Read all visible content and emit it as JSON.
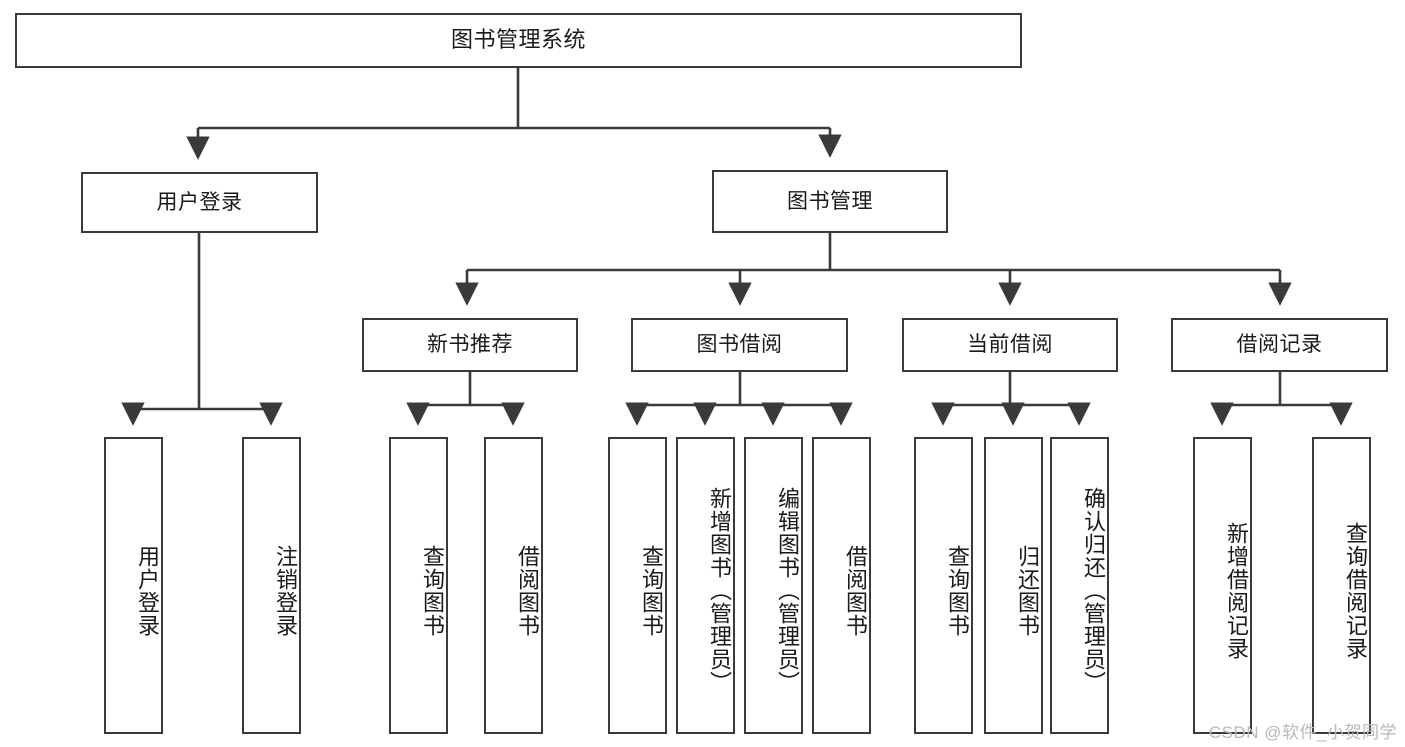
{
  "diagram": {
    "title": "图书管理系统",
    "type": "tree-hierarchy-chart",
    "root": {
      "label": "图书管理系统"
    },
    "level1": [
      {
        "label": "用户登录"
      },
      {
        "label": "图书管理"
      }
    ],
    "level2": [
      {
        "label": "新书推荐"
      },
      {
        "label": "图书借阅"
      },
      {
        "label": "当前借阅"
      },
      {
        "label": "借阅记录"
      }
    ],
    "leaves": {
      "user_login": [
        {
          "label": "用户登录"
        },
        {
          "label": "注销登录"
        }
      ],
      "new_book_recommend": [
        {
          "label": "查询图书"
        },
        {
          "label": "借阅图书"
        }
      ],
      "book_borrow": [
        {
          "label": "查询图书"
        },
        {
          "label": "新增图书（管理员）"
        },
        {
          "label": "编辑图书（管理员）"
        },
        {
          "label": "借阅图书"
        }
      ],
      "current_borrow": [
        {
          "label": "查询图书"
        },
        {
          "label": "归还图书"
        },
        {
          "label": "确认归还（管理员）"
        }
      ],
      "borrow_record": [
        {
          "label": "新增借阅记录"
        },
        {
          "label": "查询借阅记录"
        }
      ]
    }
  },
  "watermark": {
    "text": "CSDN @软件_小贺同学"
  },
  "colors": {
    "stroke": "#3a3a3a",
    "background": "#ffffff",
    "text": "#1a1a1a",
    "watermark": "#b9b9b9"
  }
}
